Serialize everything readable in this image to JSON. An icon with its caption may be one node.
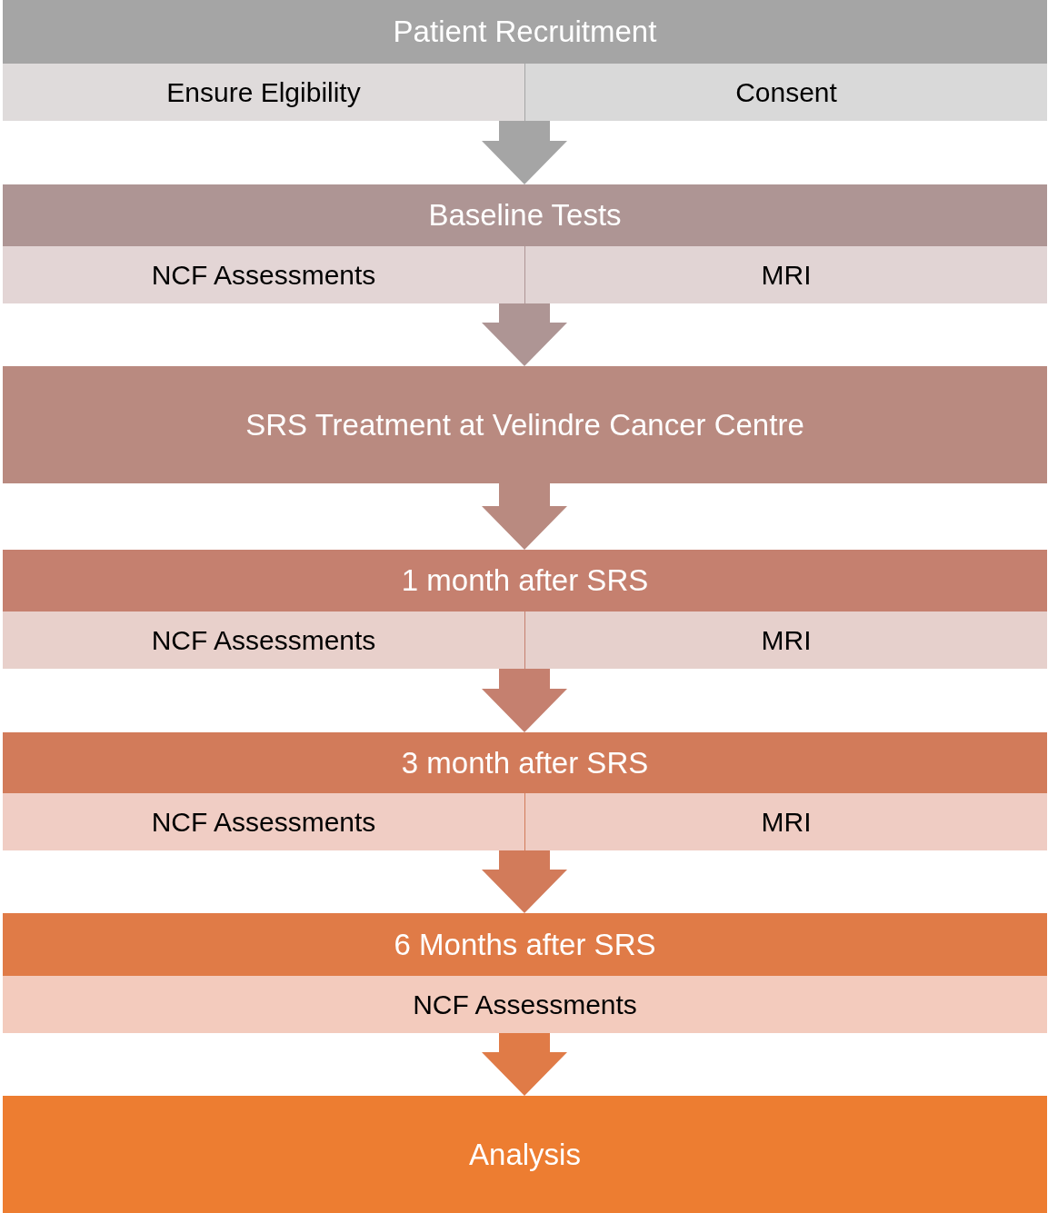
{
  "diagram": {
    "nodes": [
      {
        "text": [
          "Patient Recruitment"
        ]
      },
      {
        "text": [
          "Ensure Elgibility"
        ],
        "in": 0
      },
      {
        "text": [
          "Consent"
        ],
        "in": 0
      },
      {
        "text": [
          "Baseline Tests"
        ]
      },
      {
        "text": [
          "NCF Assessments"
        ],
        "in": 3
      },
      {
        "text": [
          "MRI"
        ],
        "in": 3
      },
      {
        "text": [
          "SRS Treatment at Velindre Cancer Centre"
        ]
      },
      {
        "text": [
          "1 month after SRS"
        ]
      },
      {
        "text": [
          "NCF Assessments"
        ],
        "in": 7
      },
      {
        "text": [
          "MRI"
        ],
        "in": 7
      },
      {
        "text": [
          "3 month after SRS"
        ]
      },
      {
        "text": [
          "NCF Assessments"
        ],
        "in": 10
      },
      {
        "text": [
          "MRI"
        ],
        "in": 10
      },
      {
        "text": [
          "6 Months after SRS"
        ]
      },
      {
        "text": [
          "NCF Assessments"
        ],
        "in": 13
      },
      {
        "text": [
          "Analysis"
        ]
      }
    ],
    "edges": [
      {
        "from": 0,
        "to": 3,
        "arrow": "to",
        "color": "#a5a5a5"
      },
      {
        "from": 3,
        "to": 6,
        "arrow": "to",
        "color": "#ae9594"
      },
      {
        "from": 6,
        "to": 7,
        "arrow": "to",
        "color": "#b98a80"
      },
      {
        "from": 7,
        "to": 10,
        "arrow": "to",
        "color": "#c5806f"
      },
      {
        "from": 10,
        "to": 13,
        "arrow": "to",
        "color": "#d27b5a"
      },
      {
        "from": 13,
        "to": 15,
        "arrow": "to",
        "color": "#e07b47"
      }
    ]
  }
}
